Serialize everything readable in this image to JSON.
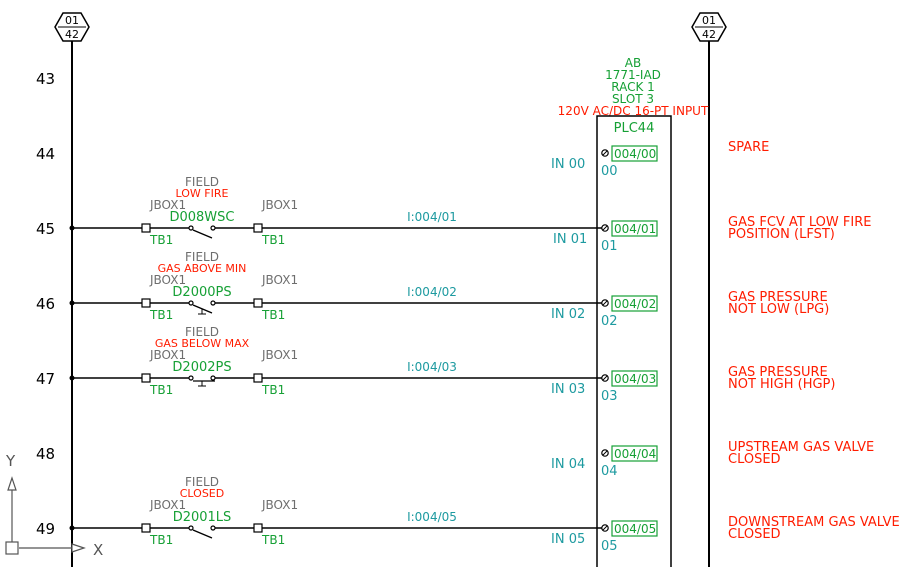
{
  "colors": {
    "ink": "#000000",
    "red": "#ff1c00",
    "green": "#16a035",
    "teal": "#1d9aa0",
    "gray": "#6e6e6e"
  },
  "page_markers": {
    "left": {
      "top": "01",
      "bottom": "42"
    },
    "right": {
      "top": "01",
      "bottom": "42"
    }
  },
  "rung_numbers": [
    "43",
    "44",
    "45",
    "46",
    "47",
    "48",
    "49"
  ],
  "plc_header": {
    "line1": "AB",
    "line2": "1771-IAD",
    "line3": "RACK 1",
    "line4": "SLOT 3",
    "line5": "120V AC/DC 16-PT INPUT",
    "name": "PLC44"
  },
  "inputs": [
    {
      "in_label": "IN 00",
      "terminal": "004/00",
      "point": "00",
      "description": [
        "SPARE"
      ]
    },
    {
      "in_label": "IN 01",
      "terminal": "004/01",
      "point": "01",
      "description": [
        "GAS FCV AT LOW FIRE",
        "POSITION (LFST)"
      ]
    },
    {
      "in_label": "IN 02",
      "terminal": "004/02",
      "point": "02",
      "description": [
        "GAS PRESSURE",
        "NOT LOW (LPG)"
      ]
    },
    {
      "in_label": "IN 03",
      "terminal": "004/03",
      "point": "03",
      "description": [
        "GAS PRESSURE",
        "NOT HIGH (HGP)"
      ]
    },
    {
      "in_label": "IN 04",
      "terminal": "004/04",
      "point": "04",
      "description": [
        "UPSTREAM GAS VALVE",
        "CLOSED"
      ]
    },
    {
      "in_label": "IN 05",
      "terminal": "004/05",
      "point": "05",
      "description": [
        "DOWNSTREAM GAS VALVE",
        "CLOSED"
      ]
    }
  ],
  "circuits": [
    {
      "field": "FIELD",
      "function": "LOW FIRE",
      "jbox_left": "JBOX1",
      "jbox_right": "JBOX1",
      "tag": "D008WSC",
      "tb_left": "TB1",
      "tb_right": "TB1",
      "address": "I:004/01"
    },
    {
      "field": "FIELD",
      "function": "GAS ABOVE MIN",
      "jbox_left": "JBOX1",
      "jbox_right": "JBOX1",
      "tag": "D2000PS",
      "tb_left": "TB1",
      "tb_right": "TB1",
      "address": "I:004/02"
    },
    {
      "field": "FIELD",
      "function": "GAS BELOW MAX",
      "jbox_left": "JBOX1",
      "jbox_right": "JBOX1",
      "tag": "D2002PS",
      "tb_left": "TB1",
      "tb_right": "TB1",
      "address": "I:004/03"
    },
    {
      "field": "FIELD",
      "function": "CLOSED",
      "jbox_left": "JBOX1",
      "jbox_right": "JBOX1",
      "tag": "D2001LS",
      "tb_left": "TB1",
      "tb_right": "TB1",
      "address": "I:004/05"
    }
  ],
  "ucs": {
    "y_label": "Y",
    "x_label": "X"
  }
}
